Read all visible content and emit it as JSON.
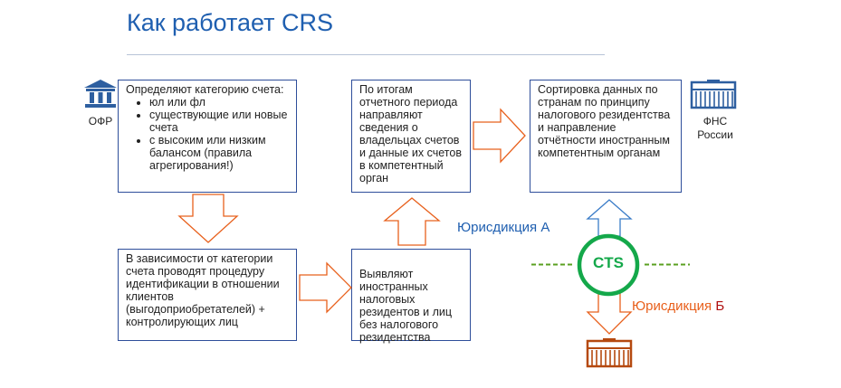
{
  "title": "Как работает CRS",
  "ofr_label": "ОФР",
  "fns_label": "ФНС России",
  "box1": {
    "heading": "Определяют категорию счета:",
    "items": [
      "юл или фл",
      "существующие или новые счета",
      "с высоким или низким балансом (правила агрегирования!)"
    ]
  },
  "box2": "В зависимости от категории счета проводят процедуру идентификации в отношении клиентов (выгодоприобретателей) + контролирующих лиц",
  "box3": "Выявляют иностранных налоговых резидентов и лиц без налогового резидентства",
  "box4": "По итогам отчетного периода направляют сведения о владельцах счетов и данные их счетов в компетентный орган",
  "box5": "Сортировка данных по странам по принципу налогового резидентства и направление отчётности иностранным компетентным органам",
  "jurisdiction_a": "Юрисдикция А",
  "jurisdiction_b_prefix": "Юрисдикция ",
  "jurisdiction_b_letter": "Б",
  "cts": "CTS",
  "colors": {
    "blue": "#1f5fb0",
    "orange": "#e8601c",
    "green": "#14a84a",
    "brown": "#b5490f"
  }
}
